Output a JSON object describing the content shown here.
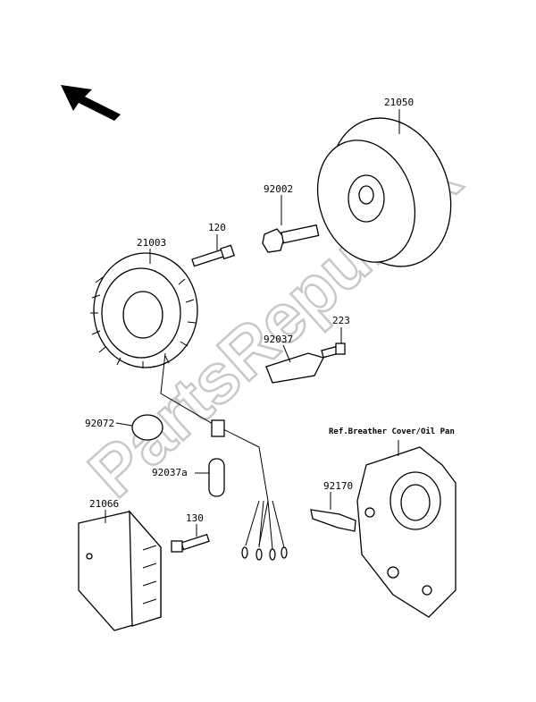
{
  "watermark": "PartsRepublik",
  "labels": {
    "flywheel": "21050",
    "flywheel_bolt": "92002",
    "stator_bolt": "120",
    "stator": "21003",
    "plate_bolt": "223",
    "plate": "92037",
    "clamp": "92072",
    "clamp_a": "92037a",
    "regulator": "21066",
    "regulator_bolt": "130",
    "bracket": "92170"
  },
  "reference_note": "Ref.Breather Cover/Oil Pan"
}
